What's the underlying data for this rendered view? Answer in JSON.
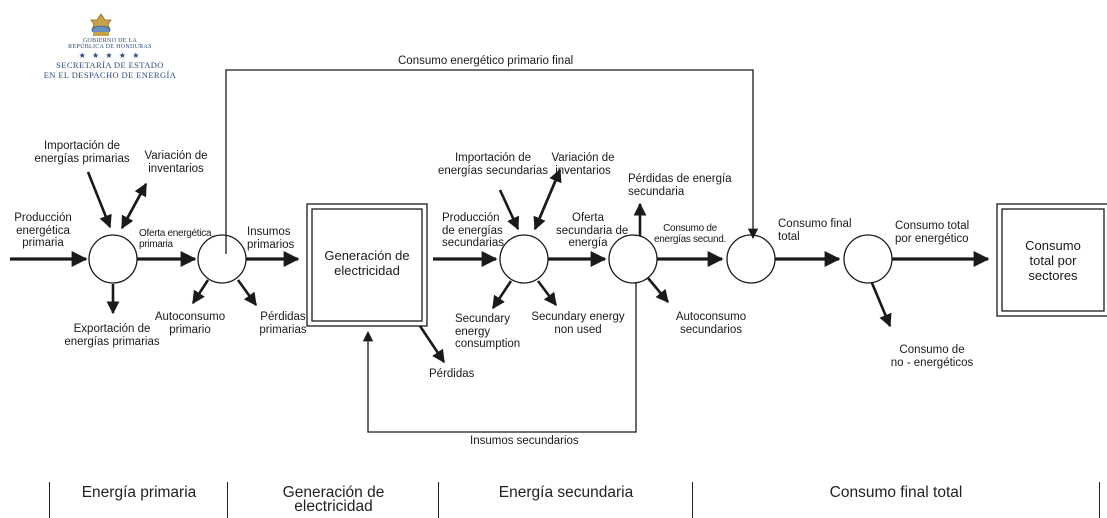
{
  "logo": {
    "org_line1": "GOBIERNO DE LA",
    "org_line2": "REPÚBLICA DE HONDURAS",
    "stars": "★ ★ ★ ★ ★",
    "dept_line1": "SECRETARÍA DE ESTADO",
    "dept_line2": "EN EL DESPACHO DE ENERGÍA",
    "emblem": "honduras-coat-of-arms-icon"
  },
  "labels": {
    "consumo_primario_final": "Consumo energético primario final",
    "importacion_primarias": [
      "Importación de",
      "energías primarias"
    ],
    "variacion_inventarios_1": [
      "Variación de",
      "inventarios"
    ],
    "produccion_primaria": [
      "Producción",
      "energética",
      "primaria"
    ],
    "oferta_primaria": [
      "Oferta energética",
      "primaria"
    ],
    "insumos_primarios": [
      "Insumos",
      "primarios"
    ],
    "exportacion_primarias": [
      "Exportación de",
      "energías primarias"
    ],
    "autoconsumo_primario": [
      "Autoconsumo",
      "primario"
    ],
    "perdidas_primarias": [
      "Pérdidas",
      "primarias"
    ],
    "importacion_secundarias": [
      "Importación de",
      "energías secundarias"
    ],
    "variacion_inventarios_2": [
      "Variación de",
      "inventarios"
    ],
    "perdidas_energia_secundaria": [
      "Pérdidas de energía",
      "secundaria"
    ],
    "produccion_secundarias": [
      "Producción",
      "de energías",
      "secundarias"
    ],
    "oferta_secundaria": [
      "Oferta",
      "secundaria de",
      "energía"
    ],
    "consumo_secundarias": [
      "Consumo de",
      "energías secund."
    ],
    "consumo_final_total": [
      "Consumo final",
      "total"
    ],
    "consumo_por_energetico": [
      "Consumo total",
      "por energético"
    ],
    "secondary_consumption": [
      "Secundary",
      "energy",
      "consumption"
    ],
    "secondary_non_used": [
      "Secundary energy",
      "non used"
    ],
    "autoconsumo_secundarios": [
      "Autoconsumo",
      "secundarios"
    ],
    "perdidas": "Pérdidas",
    "insumos_secundarios": "Insumos secundarios",
    "consumo_no_energeticos": [
      "Consumo de",
      "no - energéticos"
    ]
  },
  "boxes": {
    "generacion": [
      "Generación de",
      "electricidad"
    ],
    "consumo_sectores": [
      "Consumo",
      "total por",
      "sectores"
    ]
  },
  "sections": [
    "Energía primaria",
    "Generación de electricidad",
    "Energía secundaria",
    "Consumo final total"
  ],
  "colors": {
    "line": "#1a1a1a",
    "logo": "#2a4a7a"
  }
}
